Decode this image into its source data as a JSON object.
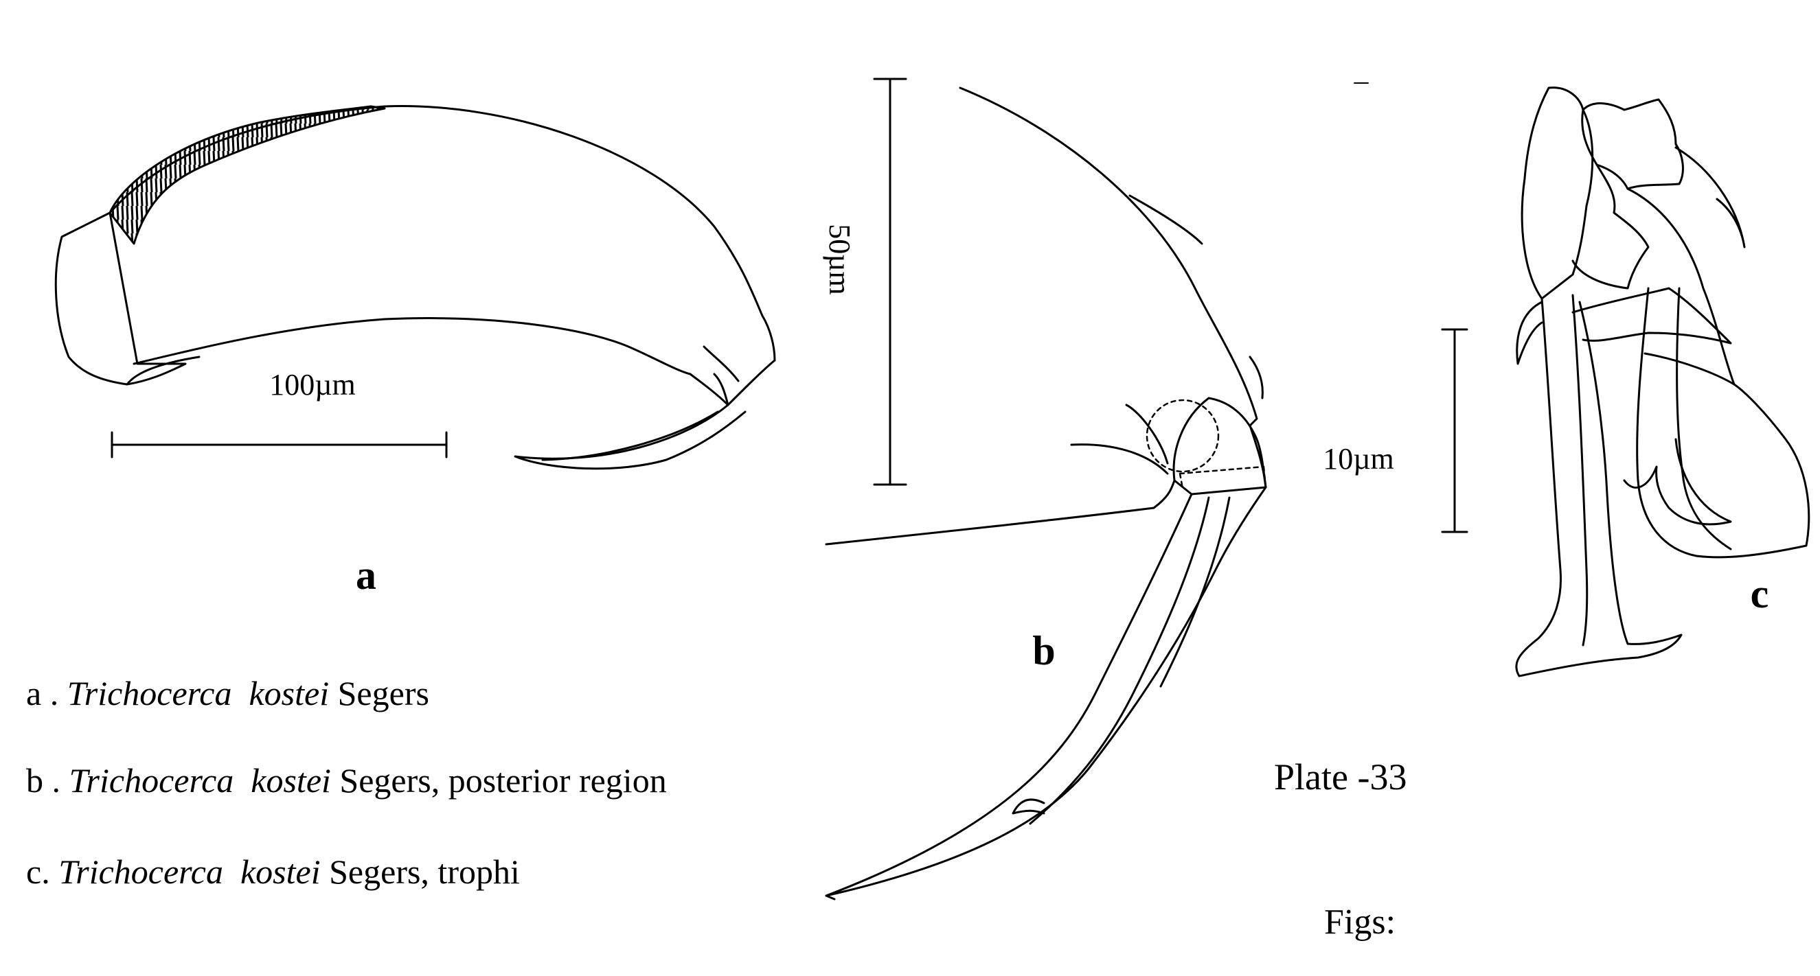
{
  "figure_labels": {
    "a": "a",
    "b": "b",
    "c": "c"
  },
  "scale_bars": {
    "a": "100µm",
    "b": "50µm",
    "c": "10µm"
  },
  "captions": [
    {
      "prefix": "a . ",
      "genus": "Trichocerca",
      "species": "kostei",
      "suffix": " Segers"
    },
    {
      "prefix": "b .  ",
      "genus": "Trichocerca",
      "species": "kostei",
      "suffix": " Segers, posterior region"
    },
    {
      "prefix": "c. ",
      "genus": "Trichocerca",
      "species": "kostei",
      "suffix": " Segers, trophi"
    }
  ],
  "plate_title": "Plate -33",
  "figs_label": "Figs:",
  "colors": {
    "ink": "#000000",
    "paper": "#ffffff"
  }
}
